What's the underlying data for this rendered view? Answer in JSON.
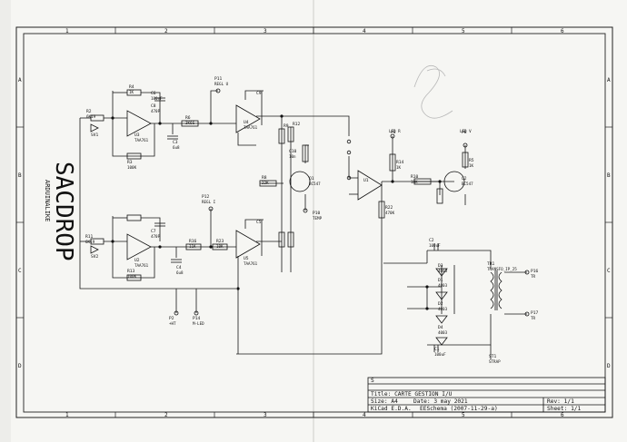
{
  "border": {
    "letters": [
      "A",
      "B",
      "C",
      "D"
    ],
    "numbers": [
      "1",
      "2",
      "3",
      "4",
      "5",
      "6"
    ]
  },
  "title_block": {
    "sheet_letter": "S",
    "title": "Title: CARTE GESTION I/U",
    "size": "Size: A4",
    "date": "Date: 3 may 2021",
    "rev": "Rev: 1/1",
    "tool": "KiCad E.D.A.",
    "version": "EESchema (2007-11-29-a)",
    "sheet": "Sheet: 1/1"
  },
  "components": [
    {
      "ref": "R4",
      "value": "1K"
    },
    {
      "ref": "C6",
      "value": "100nF"
    },
    {
      "ref": "R2",
      "value": "6K19"
    },
    {
      "ref": "U3",
      "value": "TAA761"
    },
    {
      "ref": "C8",
      "value": "470P"
    },
    {
      "ref": "R3",
      "value": "100K"
    },
    {
      "ref": "SV1",
      "value": ""
    },
    {
      "ref": "R6",
      "value": "3K6S"
    },
    {
      "ref": "C3",
      "value": "6u8"
    },
    {
      "ref": "P11",
      "value": "REGL U"
    },
    {
      "ref": "C9",
      "value": ""
    },
    {
      "ref": "U4",
      "value": "TAA761"
    },
    {
      "ref": "R9",
      "value": ""
    },
    {
      "ref": "R12",
      "value": ""
    },
    {
      "ref": "C10",
      "value": "10n"
    },
    {
      "ref": "Q1",
      "value": "BC547"
    },
    {
      "ref": "R8",
      "value": "22K"
    },
    {
      "ref": "P10",
      "value": "TEMP"
    },
    {
      "ref": "LED_R",
      "value": "LED R"
    },
    {
      "ref": "P3",
      "value": ""
    },
    {
      "ref": "R14",
      "value": "1K"
    },
    {
      "ref": "U1",
      "value": ""
    },
    {
      "ref": "R10",
      "value": "18K"
    },
    {
      "ref": "LED_V",
      "value": "LED V"
    },
    {
      "ref": "P8",
      "value": ""
    },
    {
      "ref": "Q2",
      "value": "BC547"
    },
    {
      "ref": "R5",
      "value": "1K"
    },
    {
      "ref": "R11",
      "value": "6K19"
    },
    {
      "ref": "U2",
      "value": "TAA761"
    },
    {
      "ref": "C7",
      "value": "470P"
    },
    {
      "ref": "R13",
      "value": "100K"
    },
    {
      "ref": "SV2",
      "value": ""
    },
    {
      "ref": "R16",
      "value": "11K"
    },
    {
      "ref": "R23",
      "value": "10K"
    },
    {
      "ref": "C4",
      "value": "6u8"
    },
    {
      "ref": "P12",
      "value": "REGL I"
    },
    {
      "ref": "C5",
      "value": ""
    },
    {
      "ref": "U5",
      "value": "TAA761"
    },
    {
      "ref": "R22",
      "value": "470K"
    },
    {
      "ref": "C2",
      "value": "100uF"
    },
    {
      "ref": "C1",
      "value": "100uF"
    },
    {
      "ref": "D1",
      "value": "4003"
    },
    {
      "ref": "D2",
      "value": "4003"
    },
    {
      "ref": "D3",
      "value": "4003"
    },
    {
      "ref": "D4",
      "value": "4003"
    },
    {
      "ref": "TR1",
      "value": "TRANSFO_IP_25"
    },
    {
      "ref": "P16",
      "value": "TR"
    },
    {
      "ref": "P17",
      "value": "TR"
    },
    {
      "ref": "ST1",
      "value": "STRAP"
    },
    {
      "ref": "P2",
      "value": "+HT"
    },
    {
      "ref": "P14",
      "value": "M-LED"
    }
  ],
  "stamp": {
    "text": "SACDROP",
    "sub": "ARDUINALIKE"
  }
}
